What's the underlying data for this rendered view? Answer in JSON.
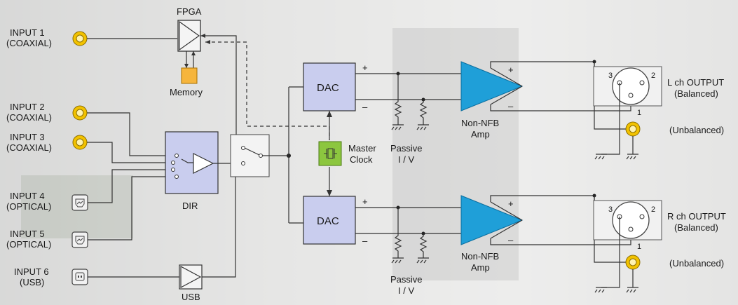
{
  "inputs": [
    {
      "line1": "INPUT 1",
      "line2": "(COAXIAL)",
      "connector": "rca-jack-icon"
    },
    {
      "line1": "INPUT 2",
      "line2": "(COAXIAL)",
      "connector": "rca-jack-icon"
    },
    {
      "line1": "INPUT 3",
      "line2": "(COAXIAL)",
      "connector": "rca-jack-icon"
    },
    {
      "line1": "INPUT 4",
      "line2": "(OPTICAL)",
      "connector": "optical-port-icon"
    },
    {
      "line1": "INPUT 5",
      "line2": "(OPTICAL)",
      "connector": "optical-port-icon"
    },
    {
      "line1": "INPUT 6",
      "line2": "(USB)",
      "connector": "usb-port-icon"
    }
  ],
  "blocks": {
    "fpga": "FPGA",
    "memory": "Memory",
    "dir": "DIR",
    "usb": "USB",
    "dac": "DAC",
    "master_clock_line1": "Master",
    "master_clock_line2": "Clock",
    "passive_iv_line1": "Passive",
    "passive_iv_line2": "I / V",
    "amp_line1": "Non-NFB",
    "amp_line2": "Amp"
  },
  "outputs": {
    "left_line1": "L ch OUTPUT",
    "right_line1": "R ch OUTPUT",
    "balanced": "(Balanced)",
    "unbalanced": "(Unbalanced)"
  },
  "symbols": {
    "plus": "+",
    "minus": "–",
    "pin1": "1",
    "pin2": "2",
    "pin3": "3"
  },
  "colors": {
    "block_fill": "#c9cdee",
    "amp_fill": "#1f9fd8",
    "clock_fill": "#8cc63f",
    "memory_fill": "#f6b53c",
    "coax_ring": "#f2c200"
  }
}
